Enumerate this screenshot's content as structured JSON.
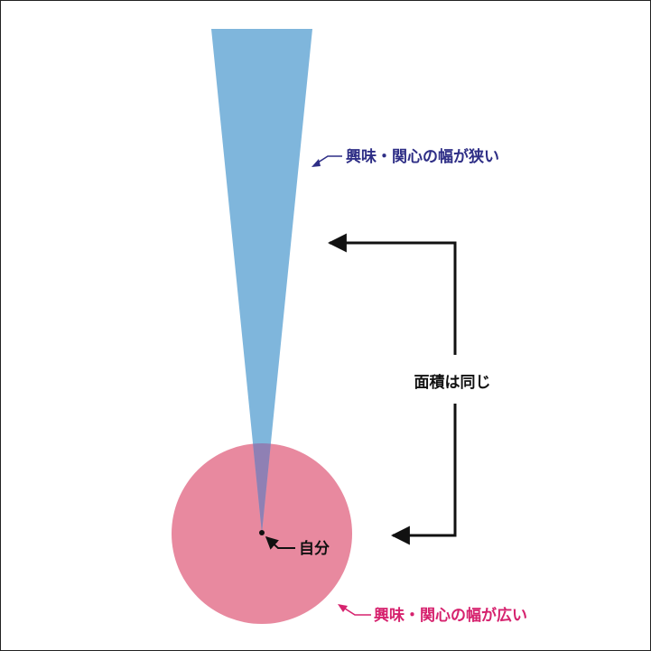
{
  "labels": {
    "narrow": "興味・関心の幅が狭い",
    "same_area": "面積は同じ",
    "self": "自分",
    "wide": "興味・関心の幅が広い"
  },
  "colors": {
    "cone": "#7fb6dc",
    "circle": "#e8899f",
    "overlap": "#8f80b4",
    "narrow_label": "#2e2e86",
    "wide_label": "#d6226e",
    "arrow": "#111111"
  }
}
